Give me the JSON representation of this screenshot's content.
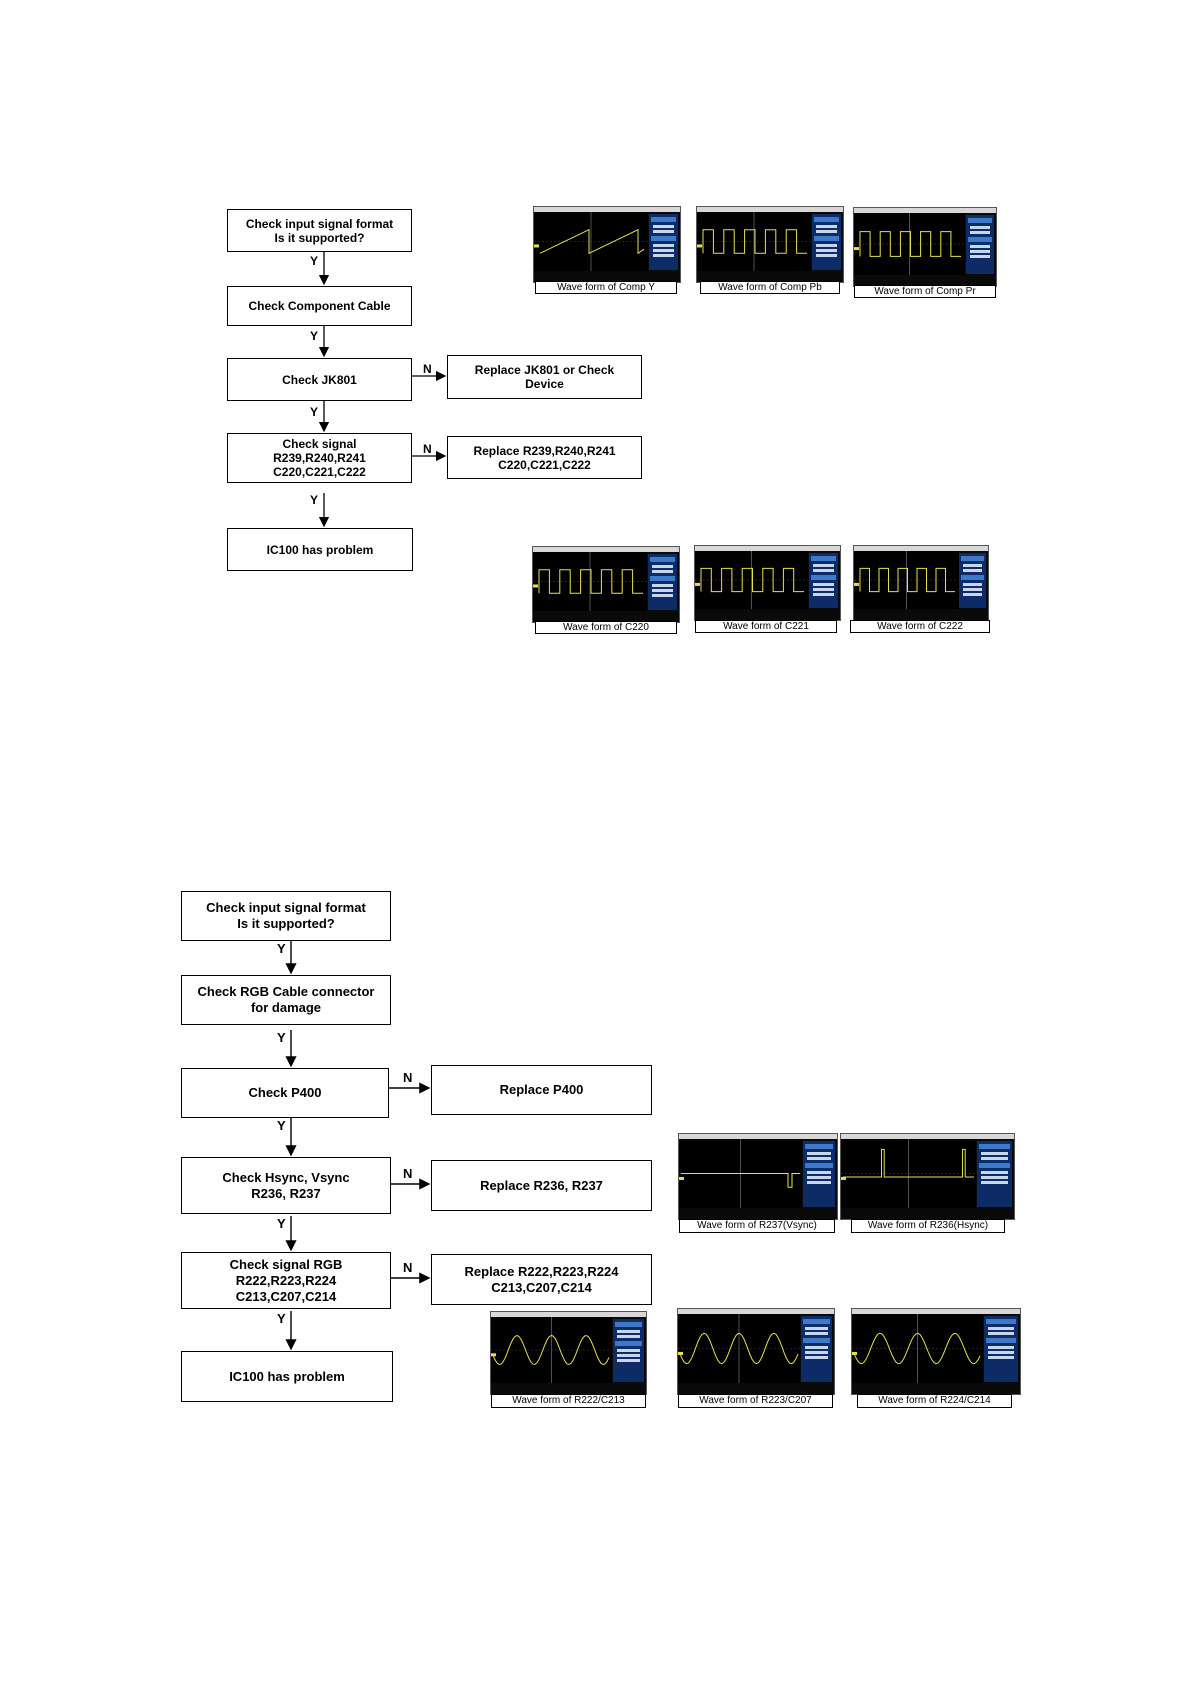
{
  "flowchart_component": {
    "nodes": {
      "check_format": [
        "Check input signal format",
        "Is it supported?"
      ],
      "check_cable": [
        "Check Component Cable"
      ],
      "check_jk801": [
        "Check JK801"
      ],
      "replace_jk801": [
        "Replace JK801 or Check",
        "Device"
      ],
      "check_signal": [
        "Check signal",
        "R239,R240,R241",
        "C220,C221,C222"
      ],
      "replace_r239": [
        "Replace R239,R240,R241",
        "C220,C221,C222"
      ],
      "ic100": [
        "IC100 has problem"
      ]
    },
    "edge_labels": {
      "yes": "Y",
      "no": "N"
    },
    "waveforms_top": [
      {
        "caption": "Wave form of Comp Y",
        "shape": "sawtooth"
      },
      {
        "caption": "Wave form of Comp Pb",
        "shape": "square"
      },
      {
        "caption": "Wave form of Comp Pr",
        "shape": "square"
      }
    ],
    "waveforms_bottom": [
      {
        "caption": "Wave form of C220",
        "shape": "square"
      },
      {
        "caption": "Wave form of C221",
        "shape": "square"
      },
      {
        "caption": "Wave form of C222",
        "shape": "square"
      }
    ]
  },
  "flowchart_rgb": {
    "nodes": {
      "check_format": [
        "Check input signal format",
        "Is it supported?"
      ],
      "check_cable": [
        "Check RGB Cable connector",
        "for damage"
      ],
      "check_p400": [
        "Check P400"
      ],
      "replace_p400": [
        "Replace P400"
      ],
      "check_sync": [
        "Check Hsync, Vsync",
        "R236, R237"
      ],
      "replace_sync": [
        "Replace R236, R237"
      ],
      "check_rgb": [
        "Check signal RGB",
        "R222,R223,R224",
        "C213,C207,C214"
      ],
      "replace_rgb": [
        "Replace R222,R223,R224",
        "C213,C207,C214"
      ],
      "ic100": [
        "IC100 has problem"
      ]
    },
    "edge_labels": {
      "yes": "Y",
      "no": "N"
    },
    "waveforms_sync": [
      {
        "caption": "Wave form of R237(Vsync)",
        "shape": "vsync"
      },
      {
        "caption": "Wave form of R236(Hsync)",
        "shape": "hsync"
      }
    ],
    "waveforms_rgb": [
      {
        "caption": "Wave form of R222/C213",
        "shape": "sine"
      },
      {
        "caption": "Wave form of R223/C207",
        "shape": "sine"
      },
      {
        "caption": "Wave form of R224/C214",
        "shape": "sine"
      }
    ]
  },
  "colors": {
    "trace": "#e8e04a",
    "grid": "#555555",
    "panel": "#0d2b66",
    "screen": "#0a0a0a"
  }
}
